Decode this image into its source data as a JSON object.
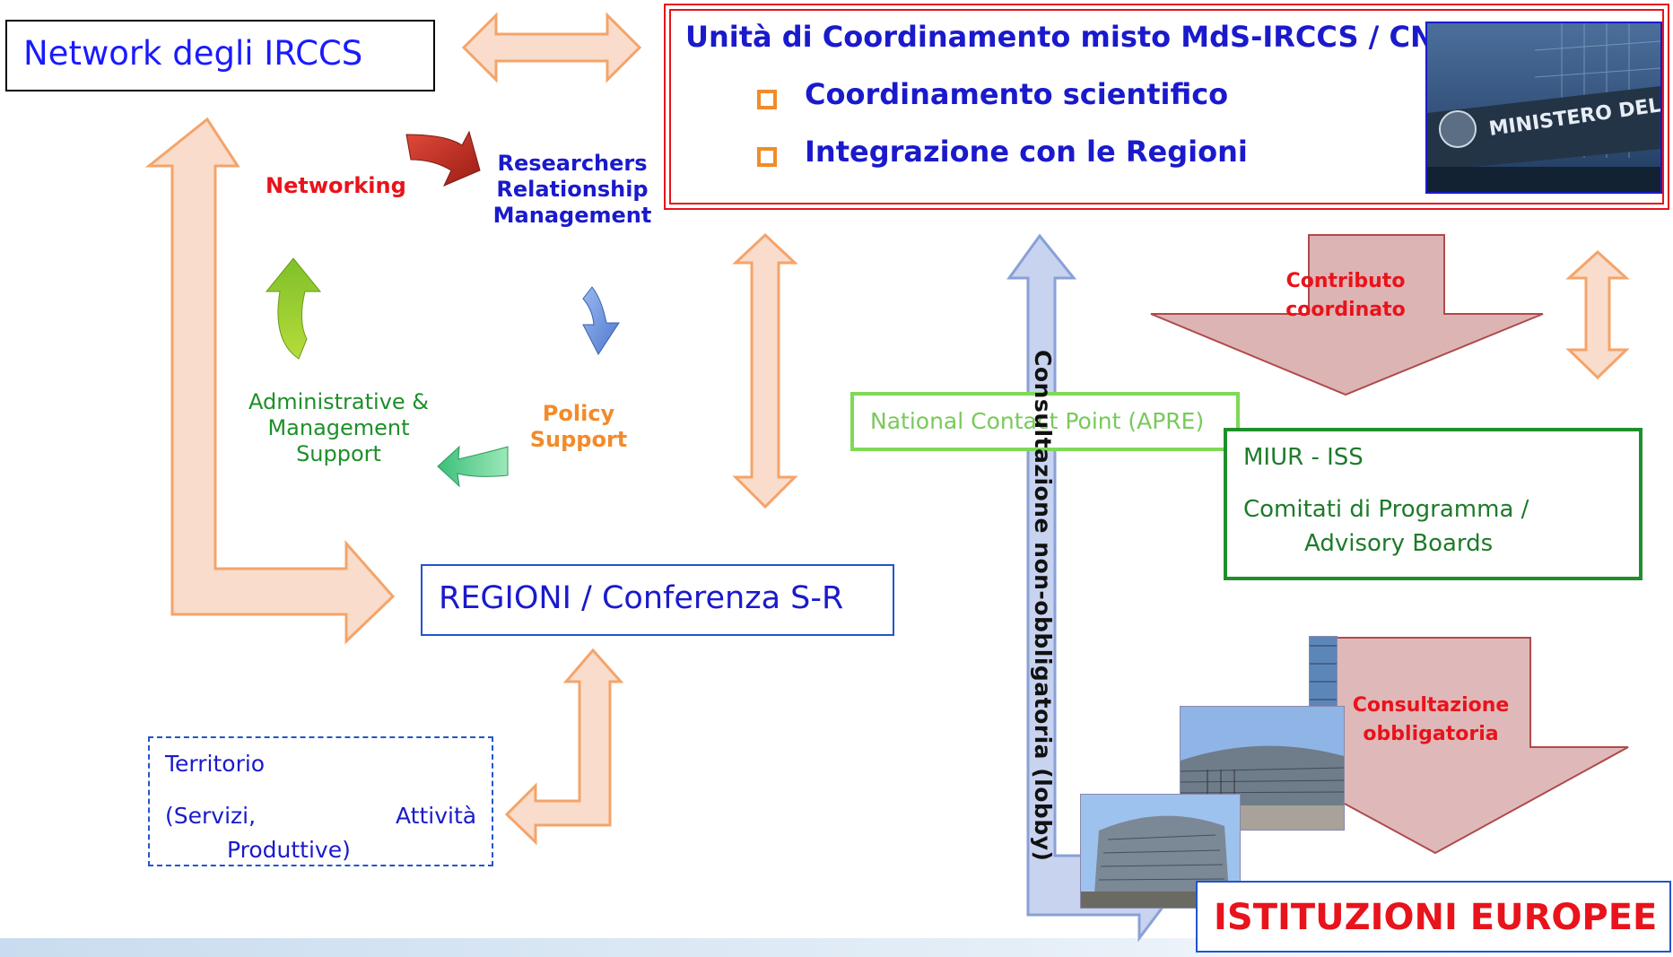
{
  "network_box": {
    "label": "Network degli IRCCS"
  },
  "unita_box": {
    "title": "Unità di Coordinamento misto MdS-IRCCS / CNRS",
    "bullets": [
      "Coordinamento scientifico",
      "Integrazione con le Regioni"
    ],
    "photo_sign": "MINISTERO DELLA SALUTE"
  },
  "cycle": {
    "networking": "Networking",
    "researchers": [
      "Researchers",
      "Relationship",
      "Management"
    ],
    "policy": [
      "Policy",
      "Support"
    ],
    "admin": [
      "Administrative &",
      "Management",
      "Support"
    ]
  },
  "regioni_box": {
    "label": "REGIONI / Conferenza S-R"
  },
  "territorio_box": {
    "line1": "Territorio",
    "line2_left": "(Servizi,",
    "line2_right": "Attività",
    "line3": "Produttive)"
  },
  "ncp_box": {
    "label": "National Contact Point (APRE)"
  },
  "miur_box": {
    "line1": "MIUR - ISS",
    "line2": "Comitati di Programma /",
    "line3": "Advisory Boards"
  },
  "istituzioni_box": {
    "label": "ISTITUZIONI EUROPEE"
  },
  "arrow_labels": {
    "contributo": [
      "Contributo",
      "coordinato"
    ],
    "consultazione_obbligatoria": [
      "Consultazione",
      "obbligatoria"
    ],
    "lobby": "Consultazione non-obbligatoria (lobby)"
  },
  "colors": {
    "blue_text": "#1a1acc",
    "red": "#e8131b",
    "orange": "#f28b2a",
    "green": "#1e8f2a",
    "light_green": "#7ed957",
    "peach_fill": "#f9dccb",
    "peach_stroke": "#f4a46a",
    "rose_fill": "#ddb4b4",
    "rose_stroke": "#b04a4a",
    "lavender_fill": "#c7d3ef",
    "lavender_stroke": "#8aa0d6"
  }
}
